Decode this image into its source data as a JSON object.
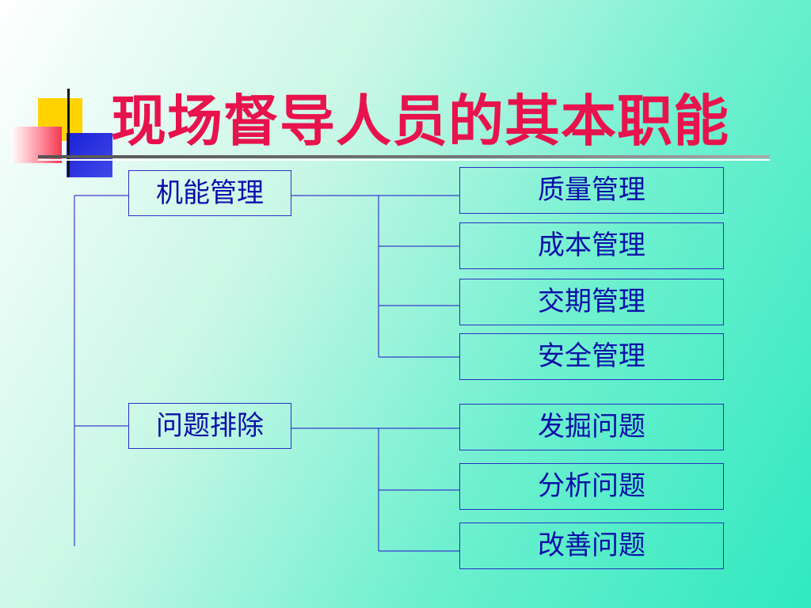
{
  "title": "现场督导人员的其本职能",
  "colors": {
    "title": "#e8124d",
    "box_text": "#0b0fa8",
    "line": "#3a3acc"
  },
  "groups": [
    {
      "label": "机能管理",
      "children": [
        "质量管理",
        "成本管理",
        "交期管理",
        "安全管理"
      ]
    },
    {
      "label": "问题排除",
      "children": [
        "发掘问题",
        "分析问题",
        "改善问题"
      ]
    }
  ]
}
